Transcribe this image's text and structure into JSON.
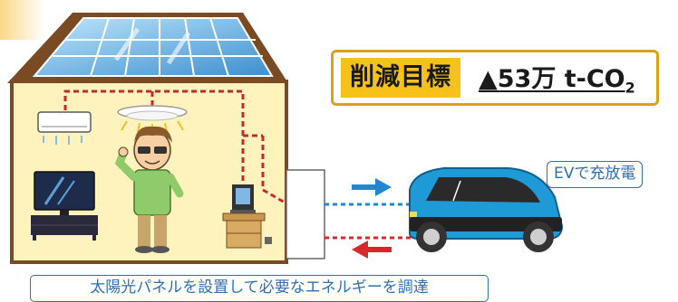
{
  "target": {
    "label": "削減目標",
    "value_prefix": "▲53万 t-CO",
    "value_subscript": "2"
  },
  "ev_label": "EVで充放電",
  "caption": "太陽光パネルを設置して必要なエネルギーを調達",
  "colors": {
    "accent_yellow": "#f6c21a",
    "border_gold": "#d9a21b",
    "label_blue": "#2f6fae",
    "flow_blue": "#1e88d2",
    "flow_red": "#d8282c",
    "wiring_red": "#c8282c",
    "house_fill": "#fff3bd",
    "roof_brown": "#7a4a22",
    "car_blue": "#1e9ad6"
  },
  "icons": [
    "solar-panel-icon",
    "air-conditioner-icon",
    "ceiling-light-icon",
    "tv-icon",
    "computer-icon",
    "ev-car-icon",
    "person-icon"
  ]
}
